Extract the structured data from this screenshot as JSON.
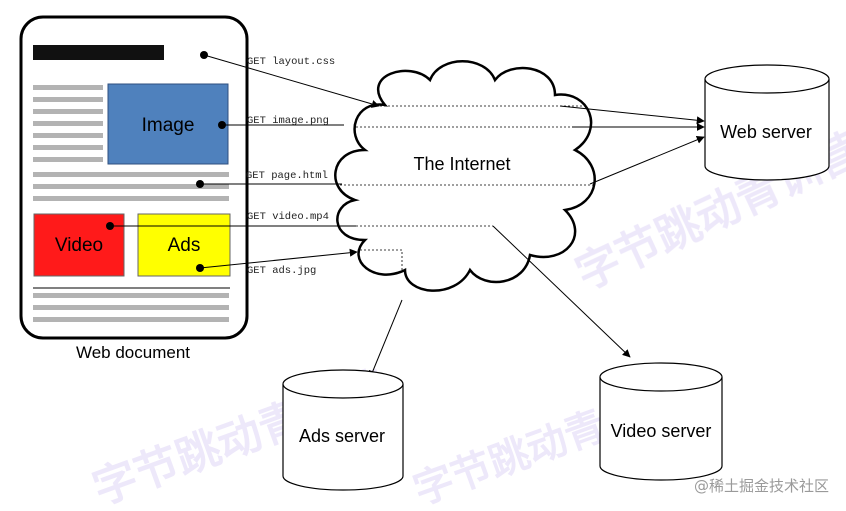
{
  "diagram": {
    "document_label": "Web document",
    "internet_label": "The Internet",
    "blocks": {
      "image": "Image",
      "video": "Video",
      "ads": "Ads"
    },
    "requests": [
      "GET layout.css",
      "GET image.png",
      "GET page.html",
      "GET video.mp4",
      "GET ads.jpg"
    ],
    "servers": {
      "web": "Web server",
      "ads": "Ads server",
      "video": "Video server"
    },
    "colors": {
      "image_block": "#4f81bd",
      "video_block": "#ff1a1a",
      "ads_block": "#ffff00",
      "text_lines": "#b3b3b3",
      "title_bar": "#111111"
    }
  },
  "watermark": {
    "credit": "@稀土掘金技术社区",
    "background_text": "字节跳动青训营"
  }
}
